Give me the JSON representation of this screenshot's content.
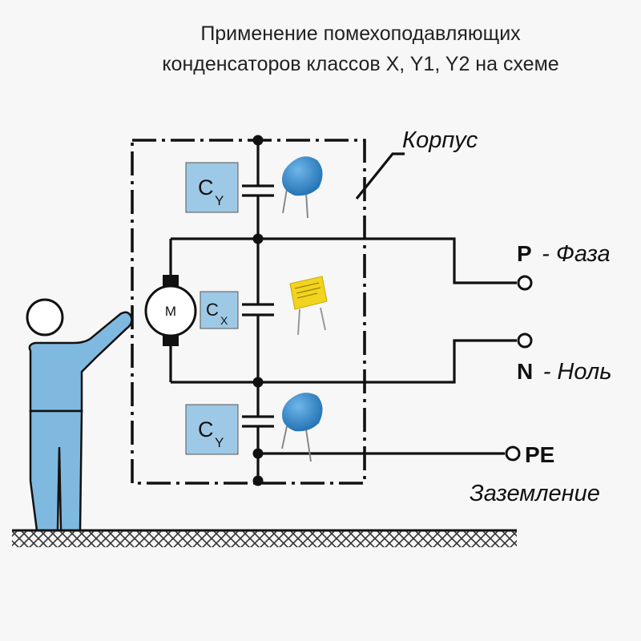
{
  "title": {
    "line1": "Применение помехоподавляющих",
    "line2": "конденсаторов классов X, Y1, Y2 на схеме"
  },
  "housing_label": "Корпус",
  "capacitors": {
    "cy_top": {
      "main": "C",
      "sub": "Y"
    },
    "cx": {
      "main": "C",
      "sub": "X"
    },
    "cy_bottom": {
      "main": "C",
      "sub": "Y"
    }
  },
  "motor_label": "M",
  "terminals": {
    "phase": {
      "letter": "P",
      "text": "- Фаза"
    },
    "neutral": {
      "letter": "N",
      "text": "- Ноль"
    },
    "ground": {
      "letter": "PE",
      "text": "Заземление"
    }
  },
  "colors": {
    "cap_box": "#9ec9e6",
    "person": "#7fb9df",
    "ceramic_cap": "#2f86c9",
    "film_cap": "#f2d41e"
  }
}
